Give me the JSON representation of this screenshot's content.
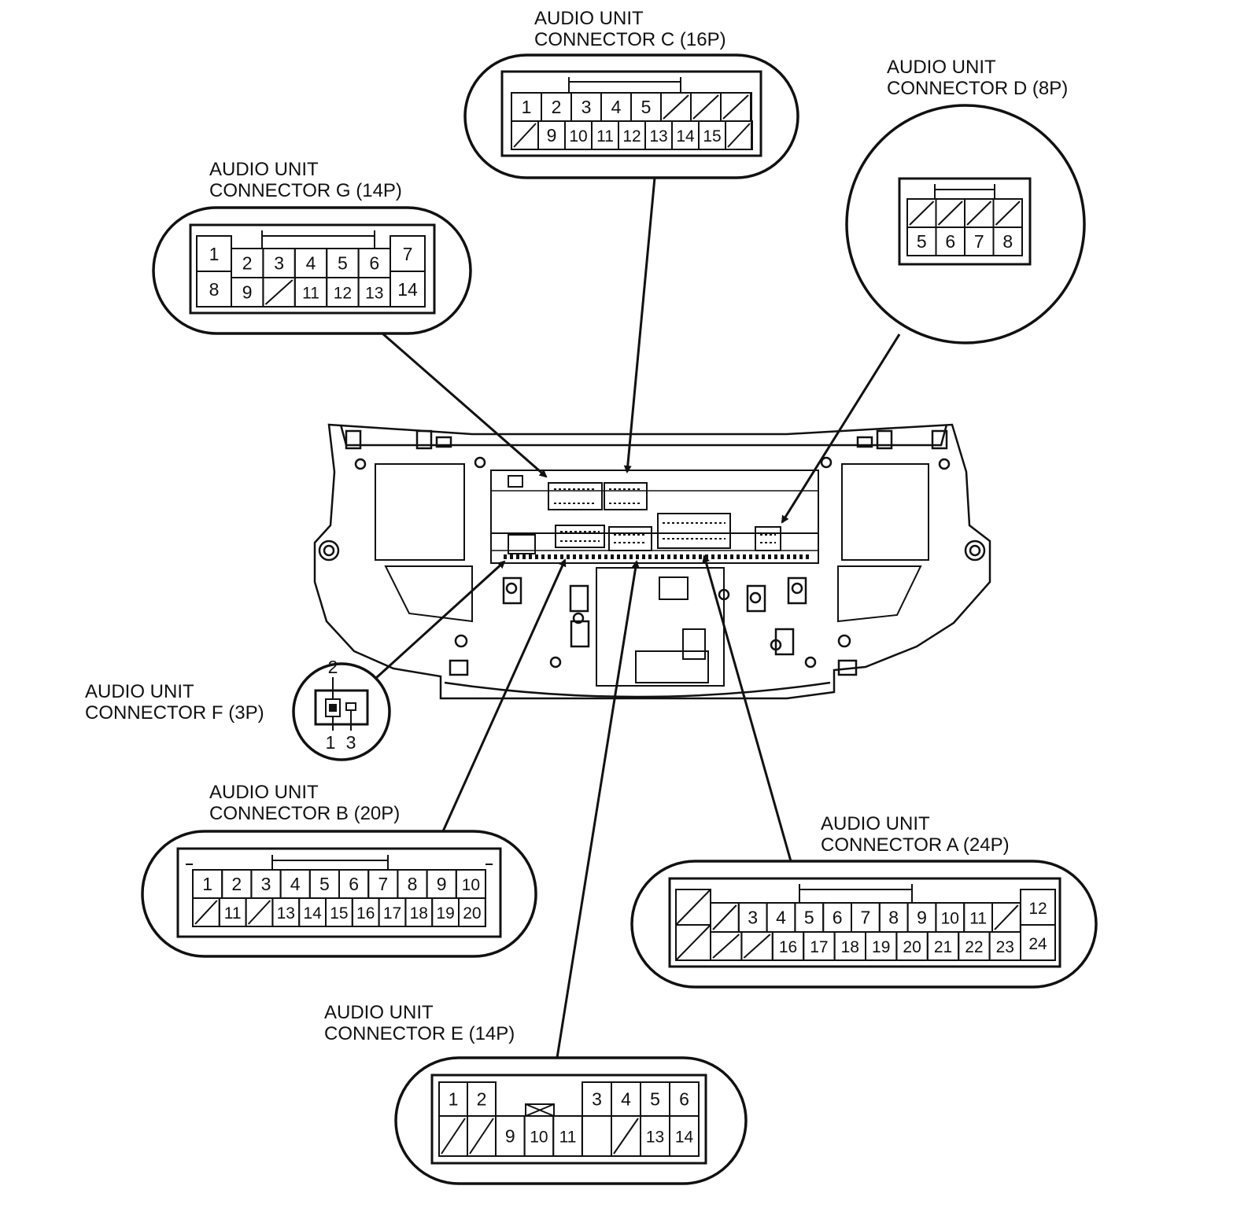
{
  "labels": {
    "c": [
      "AUDIO UNIT",
      "CONNECTOR C (16P)"
    ],
    "d": [
      "AUDIO UNIT",
      "CONNECTOR D (8P)"
    ],
    "g": [
      "AUDIO UNIT",
      "CONNECTOR G (14P)"
    ],
    "f": [
      "AUDIO UNIT",
      "CONNECTOR F (3P)"
    ],
    "b": [
      "AUDIO UNIT",
      "CONNECTOR B (20P)"
    ],
    "a": [
      "AUDIO UNIT",
      "CONNECTOR A (24P)"
    ],
    "e": [
      "AUDIO UNIT",
      "CONNECTOR E (14P)"
    ]
  },
  "connectors": {
    "c": {
      "row1": [
        "1",
        "2",
        "3",
        "4",
        "5",
        "",
        "",
        ""
      ],
      "row2": [
        "",
        "9",
        "10",
        "11",
        "12",
        "13",
        "14",
        "15",
        ""
      ]
    },
    "d": {
      "row1": [
        "",
        "",
        "",
        ""
      ],
      "row2": [
        "5",
        "6",
        "7",
        "8"
      ]
    },
    "g": {
      "left": [
        "1",
        "8"
      ],
      "row1": [
        "2",
        "3",
        "4",
        "5",
        "6"
      ],
      "row2": [
        "9",
        "",
        "11",
        "12",
        "13"
      ],
      "right": [
        "7",
        "14"
      ]
    },
    "f": {
      "top": [
        "2"
      ],
      "bottom": [
        "1",
        "3"
      ]
    },
    "b": {
      "row1": [
        "1",
        "2",
        "3",
        "4",
        "5",
        "6",
        "7",
        "8",
        "9",
        "10"
      ],
      "row2": [
        "",
        "11",
        "",
        "13",
        "14",
        "15",
        "16",
        "17",
        "18",
        "19",
        "20"
      ]
    },
    "a": {
      "row1": [
        "",
        "3",
        "4",
        "5",
        "6",
        "7",
        "8",
        "9",
        "10",
        "11",
        ""
      ],
      "row2": [
        "",
        "",
        "16",
        "17",
        "18",
        "19",
        "20",
        "21",
        "22",
        "23"
      ],
      "right": [
        "12",
        "24"
      ]
    },
    "e": {
      "row1": [
        "1",
        "2",
        "3",
        "4",
        "5",
        "6"
      ],
      "row2": [
        "",
        "",
        "9",
        "10",
        "11",
        "",
        "13",
        "14"
      ]
    }
  }
}
